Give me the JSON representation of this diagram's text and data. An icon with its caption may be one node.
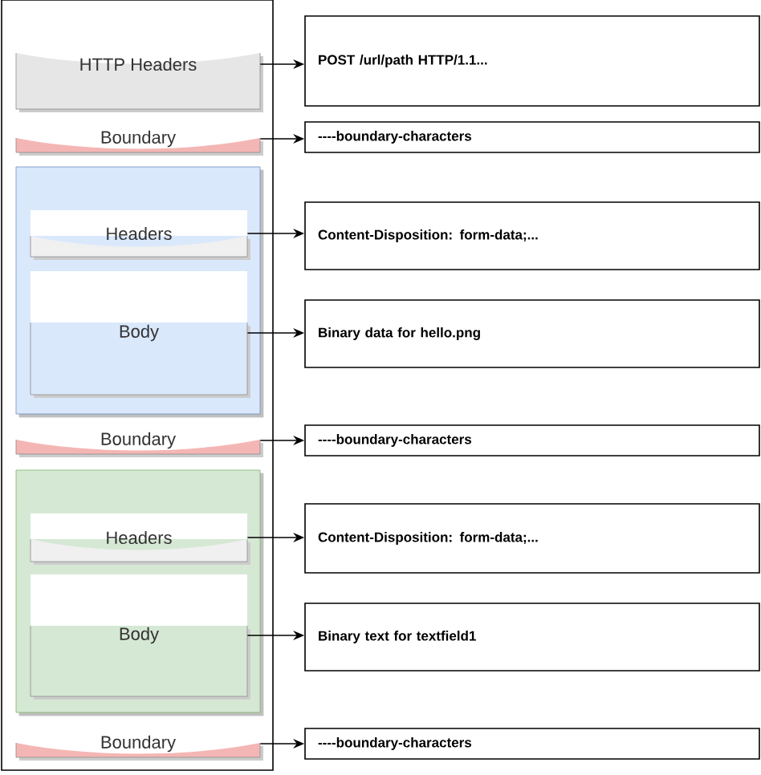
{
  "diagram": {
    "nodes": [
      {
        "text": [],
        "shape": "box"
      },
      {
        "text": [
          "HTTP Headers"
        ],
        "in": 0
      },
      {
        "text": [
          "Boundary"
        ],
        "in": 0
      },
      {
        "text": [],
        "shape": "box",
        "in": 0
      },
      {
        "text": [
          "Headers"
        ],
        "in": 3
      },
      {
        "text": [
          "Body"
        ],
        "in": 3
      },
      {
        "text": [
          "Boundary"
        ],
        "in": 0
      },
      {
        "text": [],
        "shape": "box",
        "in": 0
      },
      {
        "text": [
          "Headers"
        ],
        "in": 7
      },
      {
        "text": [
          "Body"
        ],
        "in": 7
      },
      {
        "text": [
          "Boundary"
        ],
        "in": 0
      },
      {
        "text": [
          "POST /url/path HTTP/1.1..."
        ]
      },
      {
        "text": [
          "----boundary-characters"
        ]
      },
      {
        "text": [
          "Content-Disposition: form-data;..."
        ]
      },
      {
        "text": [
          "Binary data for hello.png"
        ]
      },
      {
        "text": [
          "----boundary-characters"
        ]
      },
      {
        "text": [
          "Content-Disposition: form-data;..."
        ]
      },
      {
        "text": [
          "Binary text for textfield1"
        ]
      },
      {
        "text": [
          "----boundary-characters"
        ]
      }
    ],
    "edges": [
      {
        "from": 1,
        "to": 11,
        "arrow": "to"
      },
      {
        "from": 2,
        "to": 12,
        "arrow": "to"
      },
      {
        "from": 4,
        "to": 13,
        "arrow": "to"
      },
      {
        "from": 5,
        "to": 14,
        "arrow": "to"
      },
      {
        "from": 6,
        "to": 15,
        "arrow": "to"
      },
      {
        "from": 8,
        "to": 16,
        "arrow": "to"
      },
      {
        "from": 9,
        "to": 17,
        "arrow": "to"
      },
      {
        "from": 10,
        "to": 18,
        "arrow": "to"
      }
    ]
  }
}
